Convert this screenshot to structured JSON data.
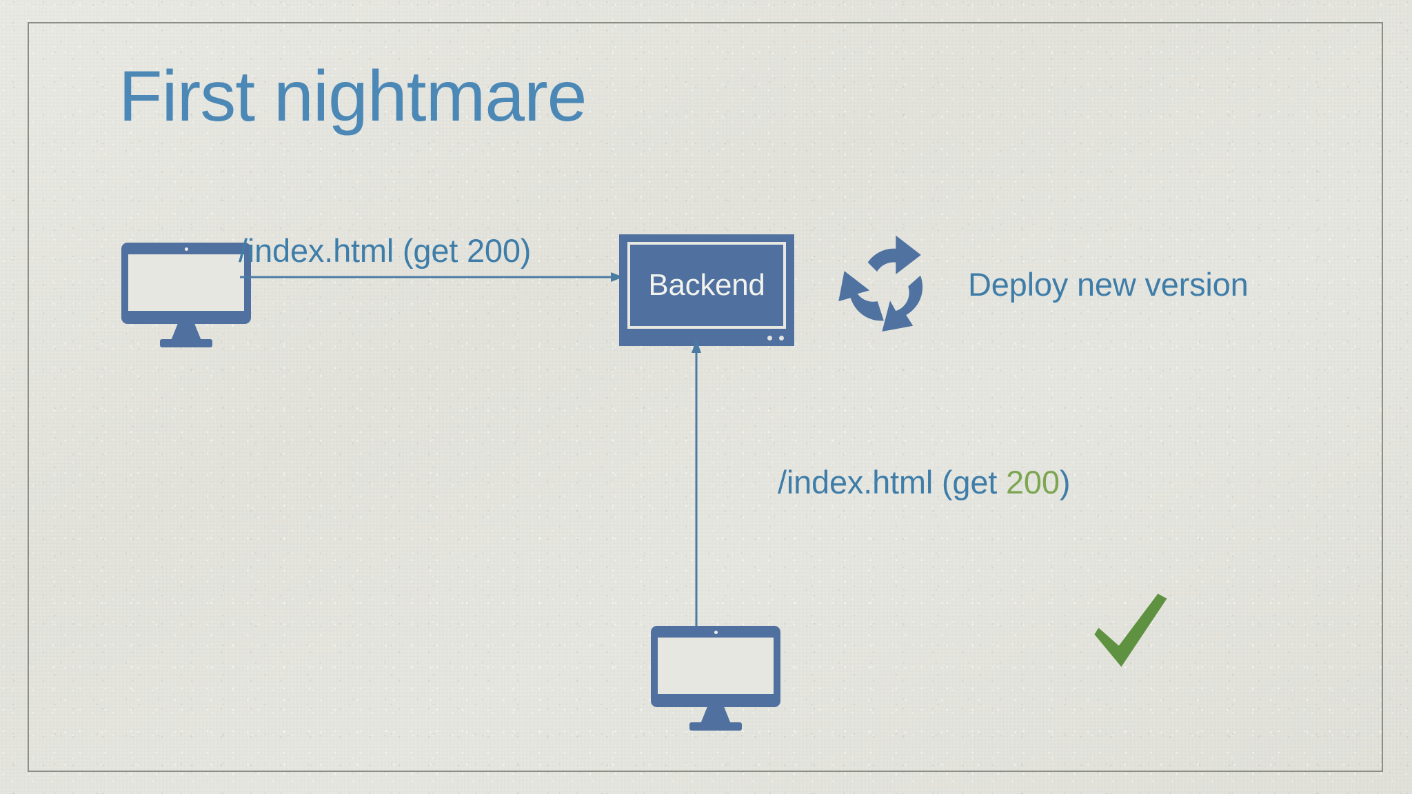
{
  "slide": {
    "title": "First nightmare",
    "background_color": "#e5e5df",
    "frame_color": "#8b8e85",
    "accent_blue": "#4c88b6",
    "icon_blue": "#50719f",
    "success_green": "#7da653",
    "check_green": "#5e9140"
  },
  "diagram": {
    "client_top": {
      "icon": "desktop-monitor-icon",
      "request_label": "/index.html (get 200)"
    },
    "backend": {
      "icon": "server-screen-icon",
      "label": "Backend"
    },
    "deploy": {
      "icon": "recycle-refresh-icon",
      "label": "Deploy new version"
    },
    "client_bottom": {
      "icon": "desktop-monitor-icon",
      "request_prefix": "/index.html (get ",
      "status_code": "200",
      "request_suffix": ")",
      "result_icon": "green-checkmark-icon"
    },
    "arrows": {
      "client_to_backend": "horizontal-right-arrow",
      "bottom_client_to_backend": "vertical-up-arrow"
    }
  }
}
